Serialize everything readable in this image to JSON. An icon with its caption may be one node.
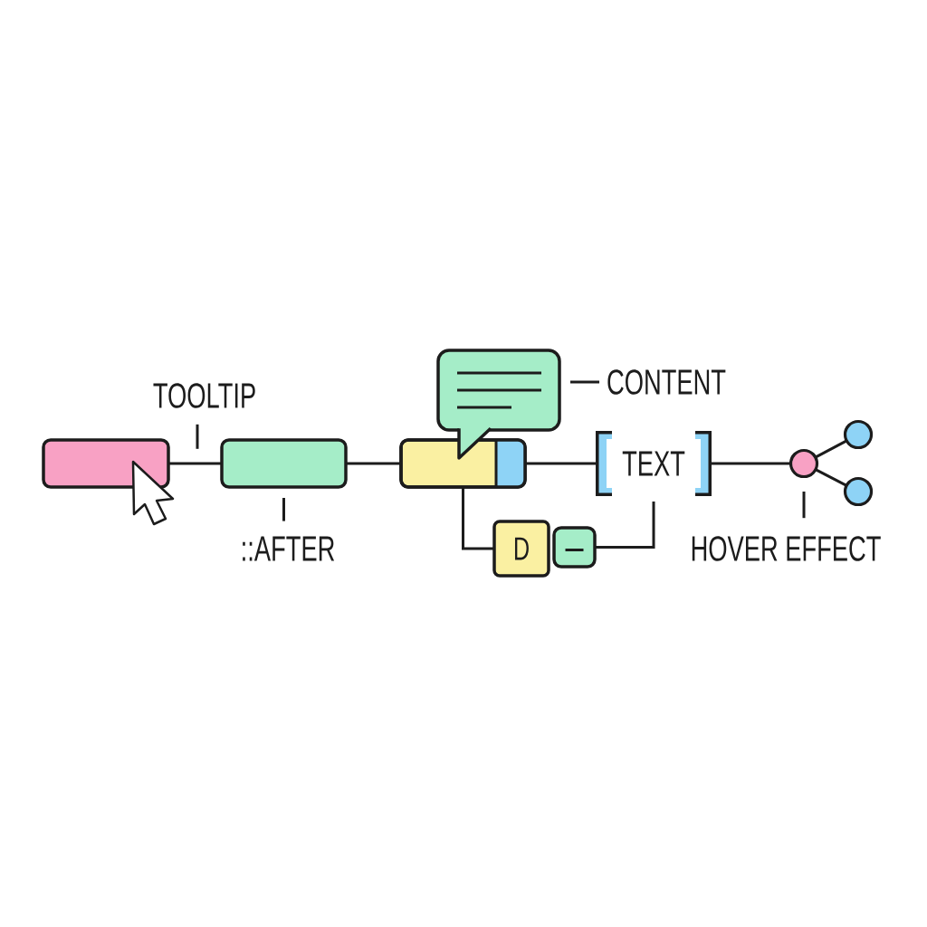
{
  "diagram": {
    "nodes": [
      {
        "text": [],
        "shape": "box"
      },
      {
        "text": [],
        "shape": "box"
      },
      {
        "text": [],
        "shape": "box"
      },
      {
        "text": [],
        "shape": "bubble"
      },
      {
        "text": [
          "TEXT"
        ]
      },
      {
        "text": [
          "D"
        ]
      },
      {
        "text": [],
        "shape": "box"
      },
      {
        "text": [],
        "shape": "circle"
      },
      {
        "text": [],
        "shape": "circle"
      },
      {
        "text": [],
        "shape": "circle"
      },
      {
        "text": [
          "TOOLTIP"
        ]
      },
      {
        "text": [
          "::AFTER"
        ]
      },
      {
        "text": [
          "CONTENT"
        ]
      },
      {
        "text": [
          "HOVER EFFECT"
        ]
      }
    ],
    "edges": [
      {
        "from": 0,
        "to": 1,
        "arrow": "none"
      },
      {
        "from": 1,
        "to": 2,
        "arrow": "none"
      },
      {
        "from": 2,
        "to": 4,
        "arrow": "none"
      },
      {
        "from": 4,
        "to": 7,
        "arrow": "none"
      },
      {
        "from": 7,
        "to": 8,
        "arrow": "none"
      },
      {
        "from": 7,
        "to": 9,
        "arrow": "none"
      },
      {
        "from": 2,
        "to": 5,
        "arrow": "none"
      },
      {
        "from": 6,
        "to": 4,
        "arrow": "none"
      },
      {
        "from": 10,
        "to": null,
        "arrow": "none"
      },
      {
        "from": 11,
        "to": 1,
        "arrow": "none"
      },
      {
        "from": 12,
        "to": 3,
        "arrow": "none"
      },
      {
        "from": 13,
        "to": 7,
        "arrow": "none"
      }
    ]
  }
}
